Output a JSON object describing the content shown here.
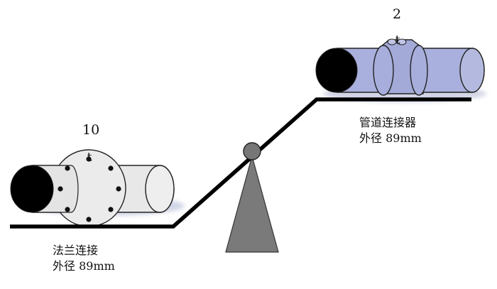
{
  "left": {
    "weight": "10",
    "weight_unit": "t",
    "name": "法兰连接",
    "diameter": "外径 89mm"
  },
  "right": {
    "weight": "2",
    "weight_unit": "t",
    "name": "管道连接器",
    "diameter": "外径 89mm"
  },
  "colors": {
    "flange_pipe_fill": "#e8e8e8",
    "coupler_pipe_fill": "#a9b0dd",
    "pipe_opening": "#000000",
    "beam": "#000000",
    "pivot_ball": "#777777",
    "support": "#7a7a7a",
    "shadow": "#d3d6e6"
  }
}
